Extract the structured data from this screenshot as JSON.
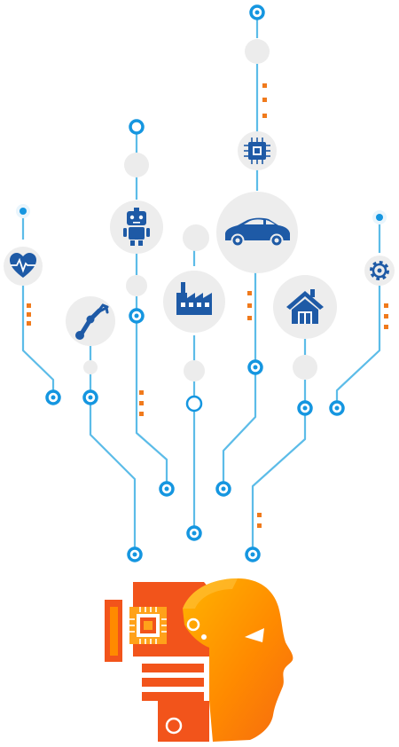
{
  "colors": {
    "line": "#5cbce8",
    "node_ring": "#1596e0",
    "circle_fill": "#ededed",
    "icon": "#1e5aa6",
    "dash": "#f07a1c",
    "head_light": "#ffb300",
    "head_mid": "#ff8a00",
    "head_dark": "#f2541b"
  },
  "icons": [
    {
      "id": "heart",
      "name": "heart-rate-icon"
    },
    {
      "id": "robot-arm",
      "name": "robot-arm-icon"
    },
    {
      "id": "robot",
      "name": "robot-icon"
    },
    {
      "id": "factory",
      "name": "factory-icon"
    },
    {
      "id": "chip",
      "name": "microchip-icon"
    },
    {
      "id": "car",
      "name": "car-icon"
    },
    {
      "id": "house",
      "name": "smart-home-icon"
    },
    {
      "id": "gear",
      "name": "gear-icon"
    }
  ],
  "central": {
    "name": "ai-head-illustration",
    "icons": [
      "processor-icon"
    ]
  }
}
